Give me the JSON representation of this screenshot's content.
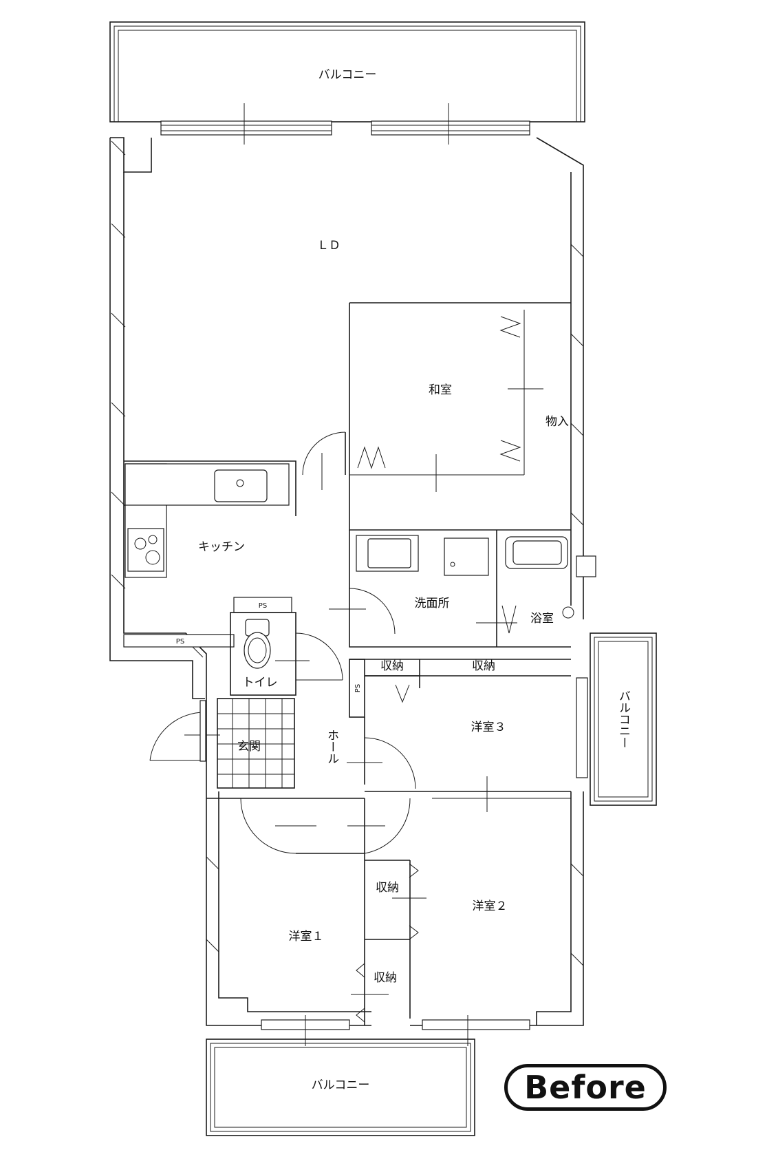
{
  "rooms": {
    "balcony_top": "バルコニー",
    "ld": "ＬＤ",
    "washitsu": "和室",
    "monoire": "物入",
    "kitchen": "キッチン",
    "senmenjo": "洗面所",
    "yokushitsu": "浴室",
    "ps_1": "PS",
    "ps_2": "PS",
    "ps_3": "PS",
    "toilet": "トイレ",
    "shuno_1": "収納",
    "shuno_2": "収納",
    "youshitsu_3": "洋室３",
    "balcony_right": "バルコニー",
    "genkan": "玄関",
    "hall": "ホール",
    "shuno_3": "収納",
    "youshitsu_2": "洋室２",
    "youshitsu_1": "洋室１",
    "shuno_4": "収納",
    "balcony_bottom": "バルコニー"
  },
  "badge": "Before"
}
